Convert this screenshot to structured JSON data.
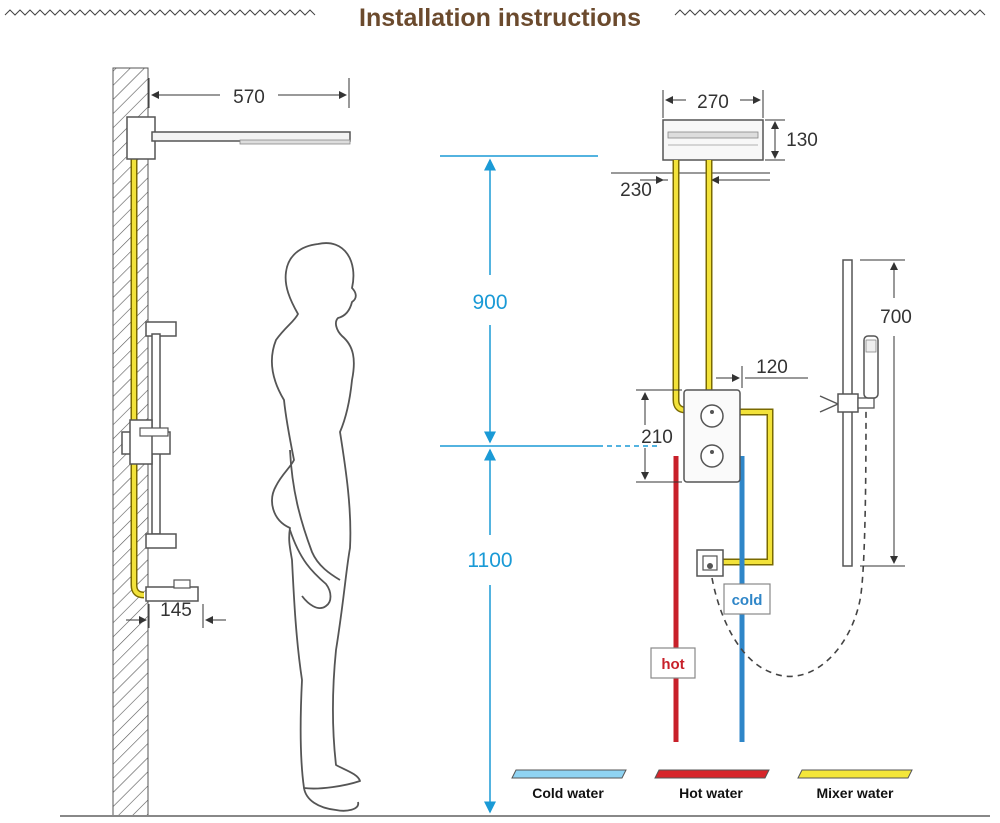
{
  "title": "Installation instructions",
  "dimensions": {
    "arm_length": "570",
    "head_width": "270",
    "head_height": "130",
    "head_offset": "230",
    "valve_width": "120",
    "valve_height": "210",
    "upper_height": "900",
    "lower_height": "1100",
    "slide_bar_height": "700",
    "outlet_offset": "145"
  },
  "pipe_tags": {
    "hot": "hot",
    "cold": "cold"
  },
  "legend": [
    {
      "label": "Cold water",
      "color": "#8fd3f2"
    },
    {
      "label": "Hot water",
      "color": "#d7262b"
    },
    {
      "label": "Mixer water",
      "color": "#f3e63a"
    }
  ],
  "colors": {
    "title": "#6b4a2d",
    "blue_dimension": "#1a9ad6",
    "hot_pipe": "#c8202a",
    "cold_pipe": "#2f86c8",
    "mixer_pipe": "#f2e23a"
  }
}
